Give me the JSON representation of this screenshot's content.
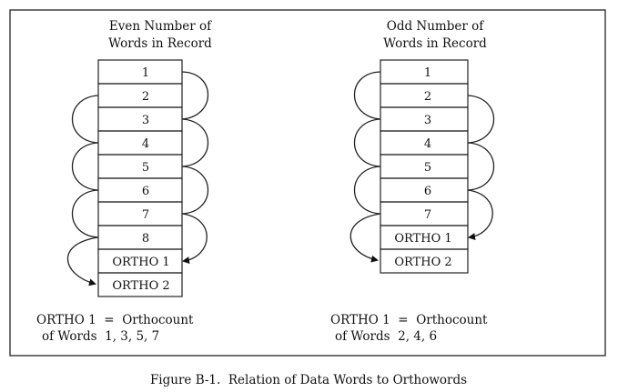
{
  "left_panel": {
    "heading_line1": "Even Number of",
    "heading_line2": "Words in Record",
    "cells": [
      "1",
      "2",
      "3",
      "4",
      "5",
      "6",
      "7",
      "8",
      "ORTHO 1",
      "ORTHO 2"
    ],
    "note_line1": "ORTHO 1  =  Orthocount",
    "note_line2": "of Words  1, 3, 5, 7"
  },
  "right_panel": {
    "heading_line1": "Odd Number of",
    "heading_line2": "Words in Record",
    "cells": [
      "1",
      "2",
      "3",
      "4",
      "5",
      "6",
      "7",
      "ORTHO 1",
      "ORTHO 2"
    ],
    "note_line1": "ORTHO 1  =  Orthocount",
    "note_line2": "of Words  2, 4, 6"
  },
  "caption": "Figure B-1.  Relation of Data Words to Orthowords"
}
